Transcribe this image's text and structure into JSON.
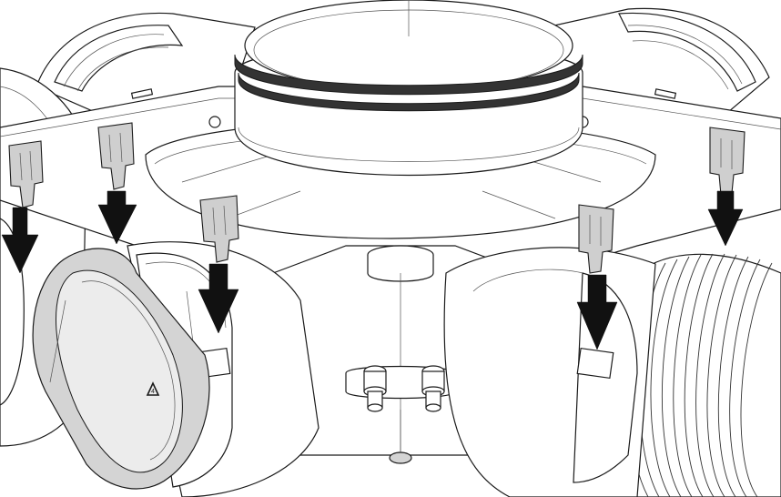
{
  "figure": {
    "kind": "technical assembly illustration",
    "callouts": []
  },
  "colors": {
    "outline": "#1a1a1a",
    "part_shade": "#d4d4d4",
    "clip_shade": "#cfcfcf",
    "arrow": "#111111",
    "background": "#ffffff"
  },
  "icons": {
    "cap_marking": "recycle-symbol-icon",
    "arrows": "down-arrow-icon"
  },
  "parts": {
    "arrows_count": 5,
    "clips_count": 5,
    "ports": [
      "top-port",
      "left-port",
      "front-left-port",
      "front-right-port",
      "right-port",
      "back-left-port",
      "back-right-port"
    ]
  }
}
